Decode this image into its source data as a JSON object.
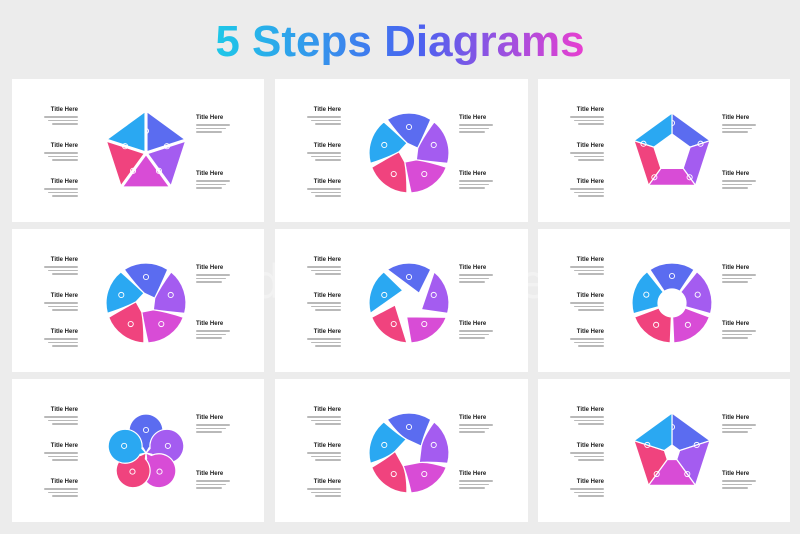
{
  "title": "5 Steps Diagrams",
  "colors": {
    "gradient_start": "#1ec8e8",
    "gradient_mid": "#6a4cf0",
    "gradient_end": "#e83fd0",
    "seg_blue": "#2aa8f2",
    "seg_indigo": "#5b6cf0",
    "seg_purple": "#a45cf0",
    "seg_magenta": "#d84cd6",
    "seg_pink": "#f0437e"
  },
  "label_title": "Title Here",
  "cards": [
    {
      "name": "pentagon-split-diagram",
      "icons": [
        "gear-icon",
        "chart-icon",
        "person-icon",
        "pie-icon",
        "tag-icon"
      ]
    },
    {
      "name": "swirl-ring-diagram",
      "icons": [
        "gear-icon",
        "chart-icon",
        "person-icon",
        "pie-icon",
        "tag-icon"
      ]
    },
    {
      "name": "hollow-pentagon-diagram",
      "icons": [
        "gear-icon",
        "chart-icon",
        "person-icon",
        "pie-icon",
        "tag-icon"
      ]
    },
    {
      "name": "swirl-open-diagram",
      "icons": [
        "gear-icon",
        "chart-icon",
        "person-icon",
        "pie-icon",
        "tag-icon"
      ]
    },
    {
      "name": "arrow-pie-diagram",
      "icons": [
        "gear-icon",
        "chart-icon",
        "person-icon",
        "pie-icon",
        "tag-icon"
      ]
    },
    {
      "name": "donut-diagram",
      "icons": [
        "gear-icon",
        "chart-icon",
        "person-icon",
        "pie-icon",
        "tag-icon"
      ]
    },
    {
      "name": "petal-diagram",
      "icons": [
        "gear-icon",
        "chart-icon",
        "person-icon",
        "pie-icon",
        "tag-icon"
      ]
    },
    {
      "name": "twisted-donut-diagram",
      "icons": [
        "gear-icon",
        "chart-icon",
        "person-icon",
        "pie-icon",
        "tag-icon"
      ]
    },
    {
      "name": "pentagon-swirl-diagram",
      "icons": [
        "gear-icon",
        "chart-icon",
        "person-icon",
        "pie-icon",
        "tag-icon"
      ]
    }
  ]
}
